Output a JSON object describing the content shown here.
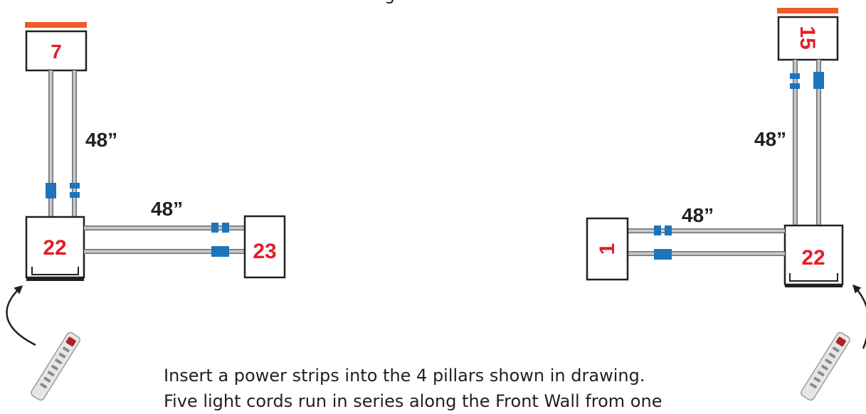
{
  "diagram": {
    "top_text_fragment": "g",
    "left_group": {
      "top_pillar": "7",
      "main_pillar": "22",
      "side_pillar": "23",
      "vertical_span": "48”",
      "horizontal_span": "48”"
    },
    "right_group": {
      "top_pillar": "15",
      "main_pillar": "22",
      "side_pillar": "1",
      "vertical_span": "48”",
      "horizontal_span": "48”"
    },
    "instructions": [
      "Insert a power strips into the 4 pillars shown in drawing.",
      "Five light cords run in series along the Front Wall from one"
    ]
  },
  "colors": {
    "pillar_number": "#e41e26",
    "top_bar": "#f15a29",
    "connector": "#1c75bc",
    "cord": "#6d6e71",
    "outline": "#231f20"
  },
  "icons": {
    "power_strip": "power-strip-icon",
    "arrow": "curved-arrow-icon"
  }
}
